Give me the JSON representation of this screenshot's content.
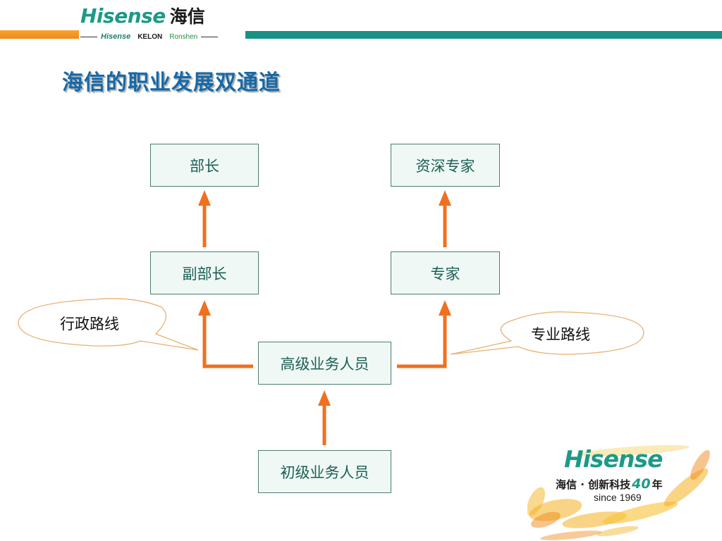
{
  "header": {
    "logo_en": "Hisense",
    "logo_cn": "海信",
    "brands": [
      "Hisense",
      "KELON",
      "Ronshen"
    ]
  },
  "title": "海信的职业发展双通道",
  "diagram": {
    "nodes": {
      "minister": "部长",
      "senior_expert": "资深专家",
      "vice_minister": "副部长",
      "expert": "专家",
      "senior_staff": "高级业务人员",
      "junior_staff": "初级业务人员"
    },
    "callouts": {
      "admin_route": "行政路线",
      "pro_route": "专业路线"
    }
  },
  "brand": {
    "name": "Hisense",
    "slogan_pre": "海信 · 创新科技",
    "slogan_num": "40",
    "slogan_post": "年",
    "since": "since 1969"
  },
  "colors": {
    "arrow": "#f07020",
    "header_green": "#189184",
    "header_orange": "#f09a28",
    "title_blue": "#1569a8",
    "box_border": "#4d7e72",
    "box_text": "#1b5f54"
  }
}
